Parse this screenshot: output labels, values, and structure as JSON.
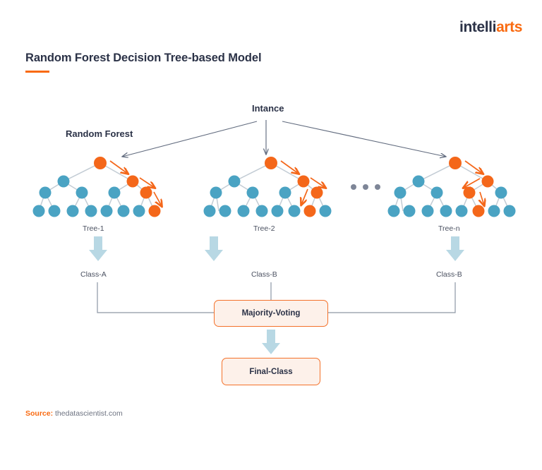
{
  "brand": {
    "logo_primary": "intelli",
    "logo_accent": "arts",
    "accent_color": "#f96a10",
    "dark_color": "#2b3247"
  },
  "header": {
    "title": "Random Forest Decision Tree-based Model"
  },
  "diagram": {
    "instance_label": "Intance",
    "forest_label": "Random Forest",
    "ellipsis": "• • •",
    "node_colors": {
      "default": "#4aa3c3",
      "highlight": "#f4671a",
      "edge": "#c3ccd4",
      "instance_arrow": "#626c7f",
      "class_arrow": "#b8d8e4",
      "connector": "#8d96a5"
    },
    "trees": [
      {
        "id": "tree-1",
        "label": "Tree-1",
        "class_label": "Class-A",
        "highlight_path": [
          "root",
          "right",
          "right-right",
          "leaf-8"
        ]
      },
      {
        "id": "tree-2",
        "label": "Tree-2",
        "class_label": "Class-B",
        "highlight_path": [
          "root",
          "right",
          "right-right",
          "leaf-7"
        ]
      },
      {
        "id": "tree-n",
        "label": "Tree-n",
        "class_label": "Class-B",
        "highlight_path": [
          "root",
          "right",
          "right-left",
          "leaf-6"
        ]
      }
    ],
    "majority_voting_label": "Majority-Voting",
    "final_class_label": "Final-Class"
  },
  "footer": {
    "source_key": "Source:",
    "source_value": "thedatascientist.com"
  }
}
